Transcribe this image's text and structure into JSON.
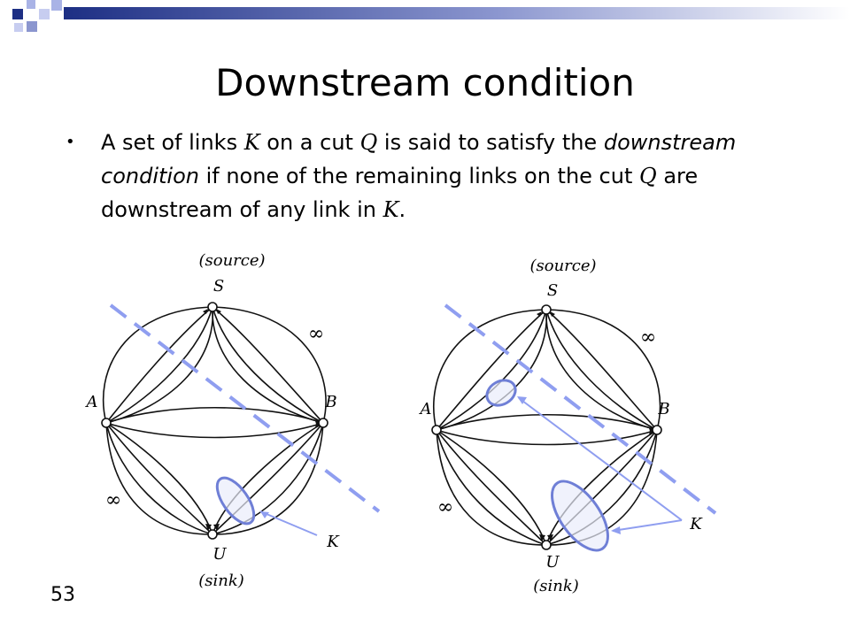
{
  "slide": {
    "title": "Downstream condition",
    "page_number": "53"
  },
  "bullet": {
    "part1": "A set of links ",
    "var_K1": "K",
    "part2": " on a cut ",
    "var_Q1": "Q",
    "part3": " is said to satisfy the ",
    "term": "downstream condition",
    "part4": " if none of the remaining links on the cut ",
    "var_Q2": "Q",
    "part5": " are downstream of any link in ",
    "var_K2": "K",
    "part6": "."
  },
  "diagram_labels": {
    "source_caption": "(source)",
    "source_node": "S",
    "node_a": "A",
    "node_b": "B",
    "sink_node": "U",
    "sink_caption": "(sink)",
    "infinity": "∞",
    "k_label": "K"
  },
  "colors": {
    "cut_line": "#8f9ef0",
    "highlight": "#6f7fd6",
    "highlight_fill": "#e9ecfb",
    "deco_navy": "#1d2f84",
    "deco_light": "#a9b3e6"
  }
}
